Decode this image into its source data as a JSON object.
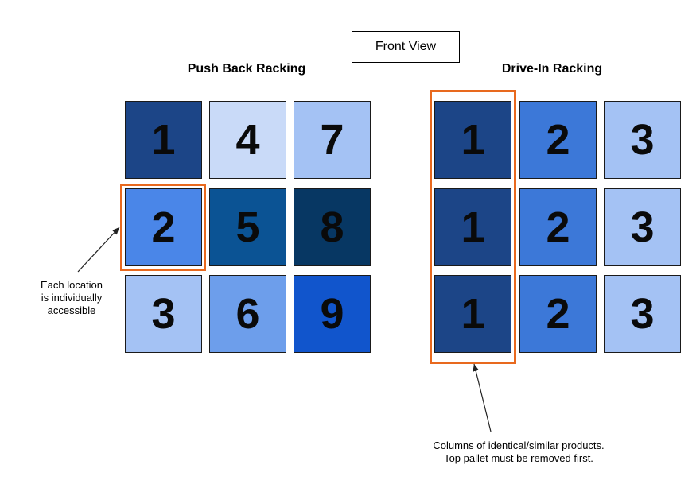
{
  "front_view_label": "Front View",
  "push_back": {
    "title": "Push Back Racking",
    "cells": [
      {
        "label": "1",
        "color": "#1c4587"
      },
      {
        "label": "4",
        "color": "#c9daf8"
      },
      {
        "label": "7",
        "color": "#a4c2f4"
      },
      {
        "label": "2",
        "color": "#4a86e8"
      },
      {
        "label": "5",
        "color": "#0b5394"
      },
      {
        "label": "8",
        "color": "#073763"
      },
      {
        "label": "3",
        "color": "#a4c2f4"
      },
      {
        "label": "6",
        "color": "#6d9eeb"
      },
      {
        "label": "9",
        "color": "#1155cc"
      }
    ],
    "note": [
      "Each location",
      "is individually",
      "accessible"
    ]
  },
  "drive_in": {
    "title": "Drive-In Racking",
    "cells": [
      {
        "label": "1",
        "color": "#1c4587"
      },
      {
        "label": "2",
        "color": "#3c78d8"
      },
      {
        "label": "3",
        "color": "#a4c2f4"
      },
      {
        "label": "1",
        "color": "#1c4587"
      },
      {
        "label": "2",
        "color": "#3c78d8"
      },
      {
        "label": "3",
        "color": "#a4c2f4"
      },
      {
        "label": "1",
        "color": "#1c4587"
      },
      {
        "label": "2",
        "color": "#3c78d8"
      },
      {
        "label": "3",
        "color": "#a4c2f4"
      }
    ],
    "note": [
      "Columns of identical/similar products.",
      "Top pallet must be removed first."
    ]
  },
  "highlight_color": "#e8691e"
}
